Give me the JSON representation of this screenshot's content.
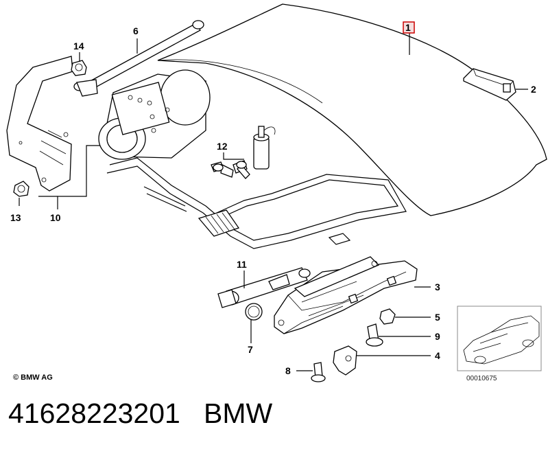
{
  "callouts": {
    "c1": "1",
    "c2": "2",
    "c3": "3",
    "c4": "4",
    "c5": "5",
    "c6": "6",
    "c7": "7",
    "c8": "8",
    "c9": "9",
    "c10": "10",
    "c11": "11",
    "c12": "12",
    "c13": "13",
    "c14": "14"
  },
  "copyright": "© BMW AG",
  "reference_number": "00010675",
  "caption": {
    "part_number": "41628223201",
    "brand": "BMW"
  },
  "colors": {
    "callout_highlight": "#cc0000",
    "line": "#000000",
    "background": "#ffffff"
  }
}
